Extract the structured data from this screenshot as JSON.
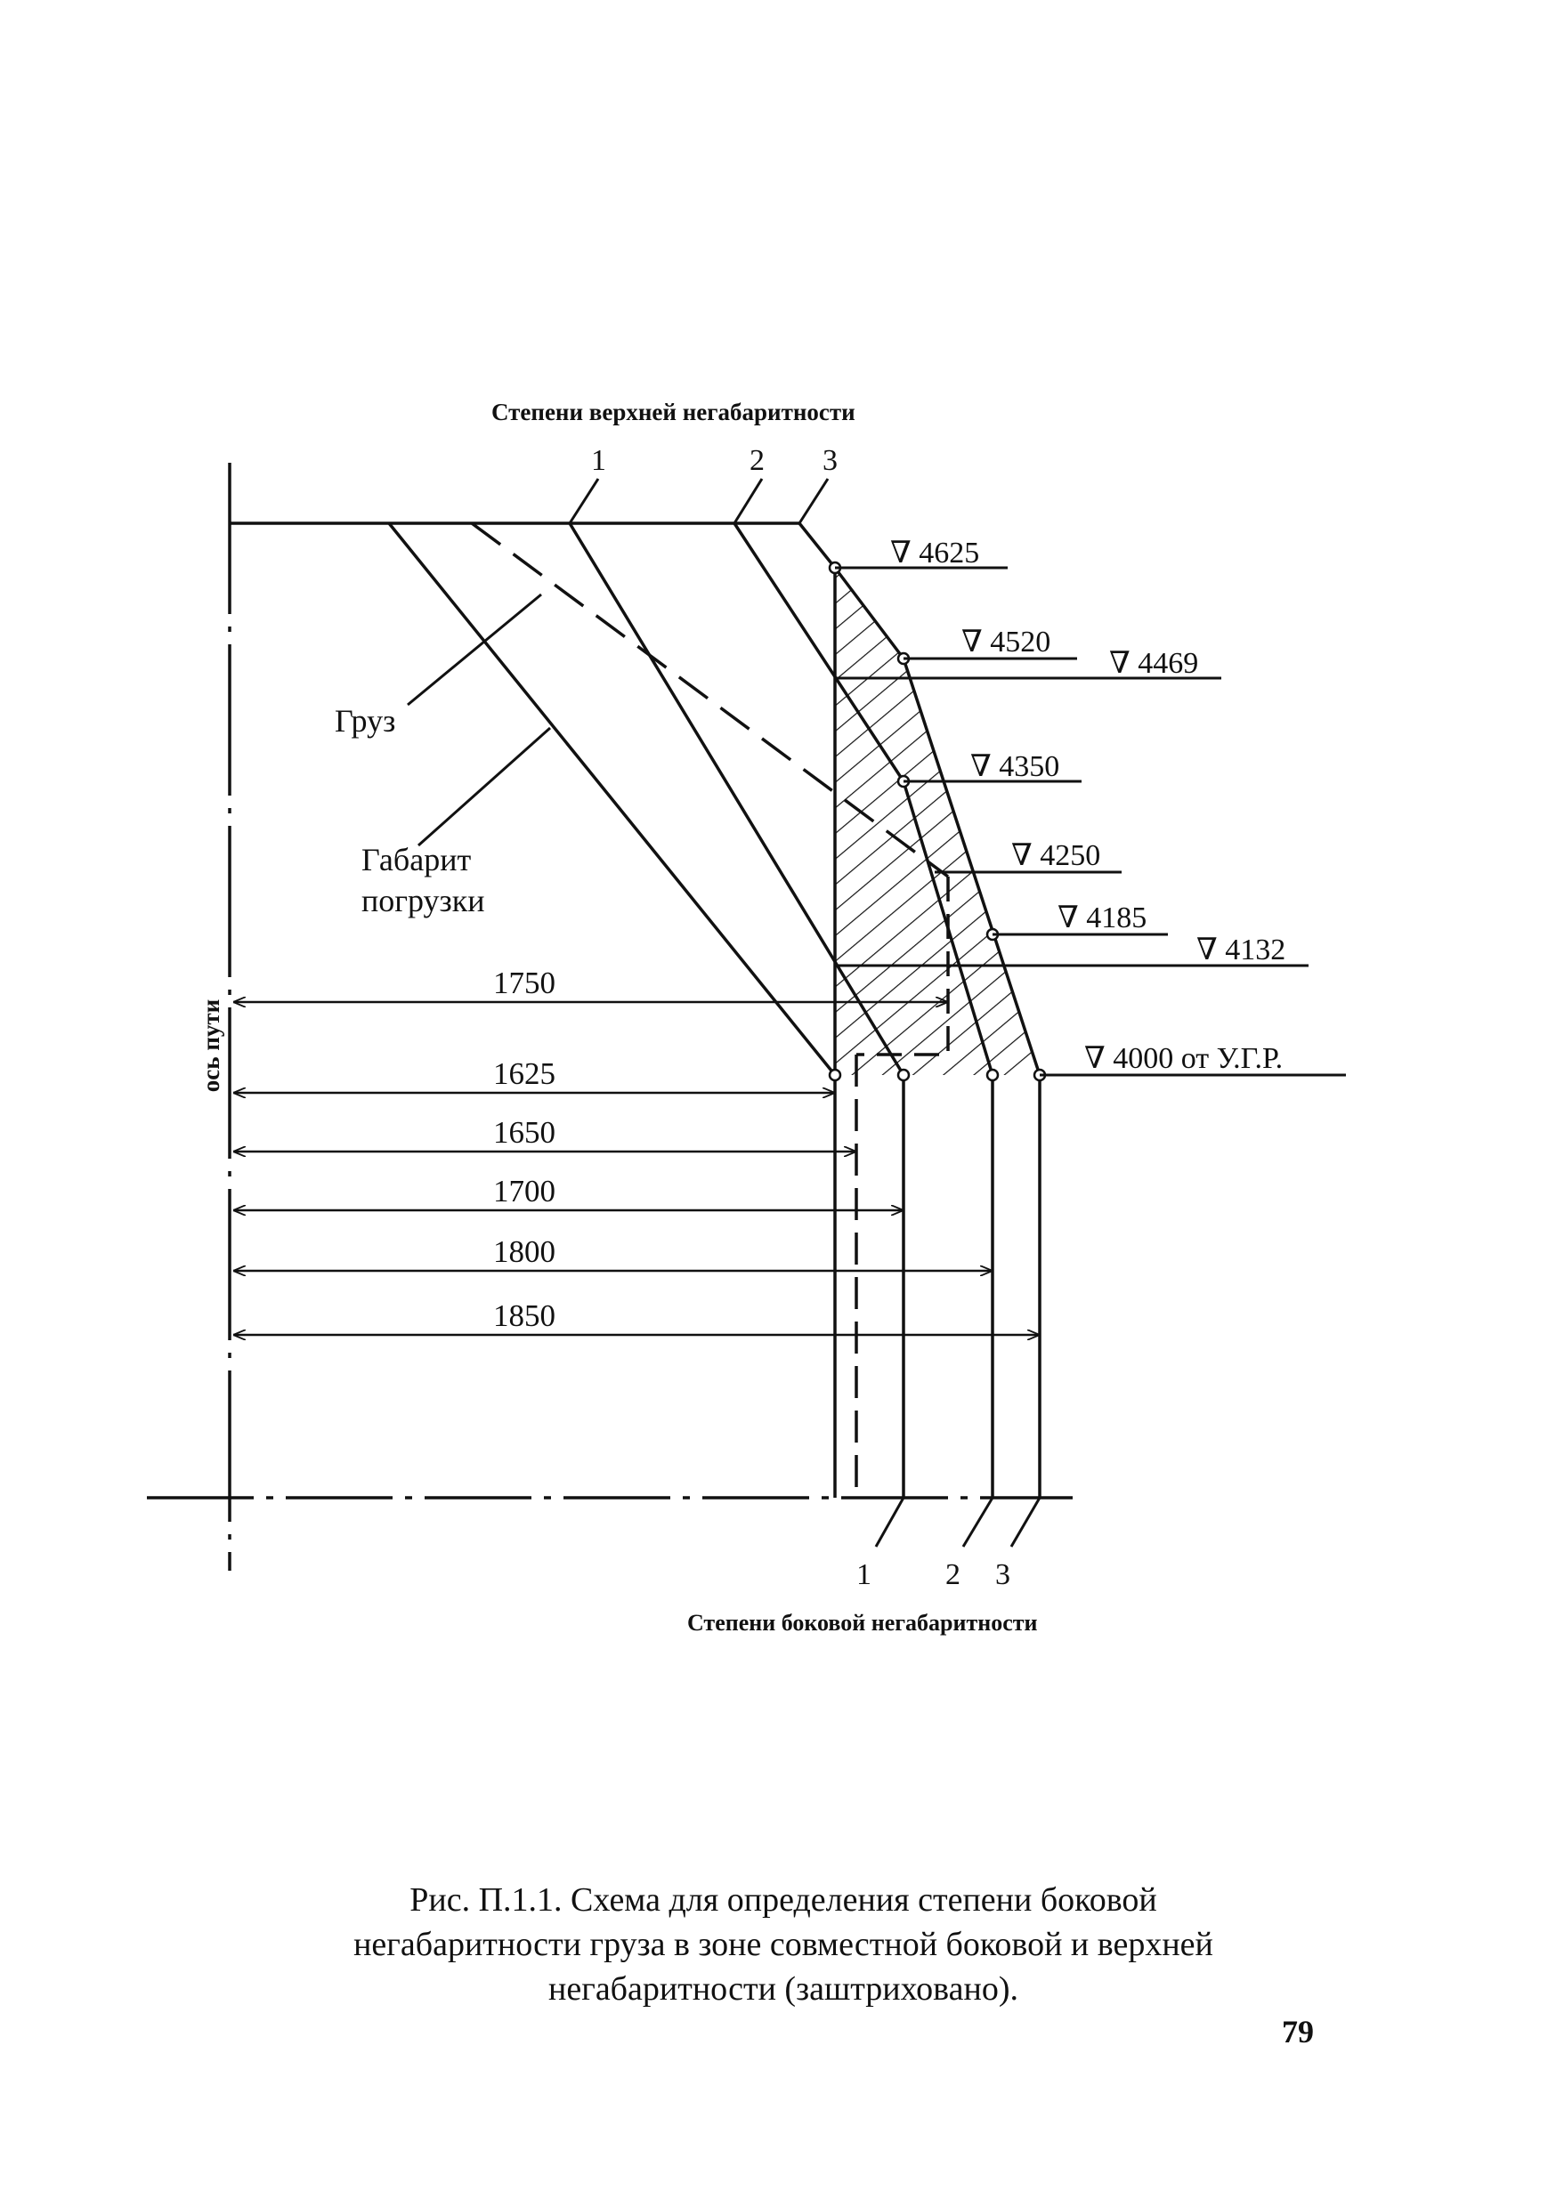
{
  "figure": {
    "top_title": "Степени верхней негабаритности",
    "bottom_title": "Степени боковой негабаритности",
    "track_axis_label": "ось пути",
    "top_degree_labels": [
      "1",
      "2",
      "3"
    ],
    "bottom_degree_labels": [
      "1",
      "2",
      "3"
    ],
    "cargo_label": "Груз",
    "loading_gauge_label_line1": "Габарит",
    "loading_gauge_label_line2": "погрузки",
    "height_marks": [
      {
        "text": "∇ 4625"
      },
      {
        "text": "∇ 4520"
      },
      {
        "text": "∇ 4469"
      },
      {
        "text": "∇ 4350"
      },
      {
        "text": "∇ 4250"
      },
      {
        "text": "∇ 4185"
      },
      {
        "text": "∇ 4132"
      },
      {
        "text": "∇ 4000 от У.Г.Р."
      }
    ],
    "width_dimensions": [
      "1750",
      "1625",
      "1650",
      "1700",
      "1800",
      "1850"
    ]
  },
  "caption": {
    "line1": "Рис. П.1.1. Схема для определения степени боковой",
    "line2": "негабаритности груза в зоне совместной боковой и верхней",
    "line3": "негабаритности (заштриховано)."
  },
  "page_number": "79"
}
